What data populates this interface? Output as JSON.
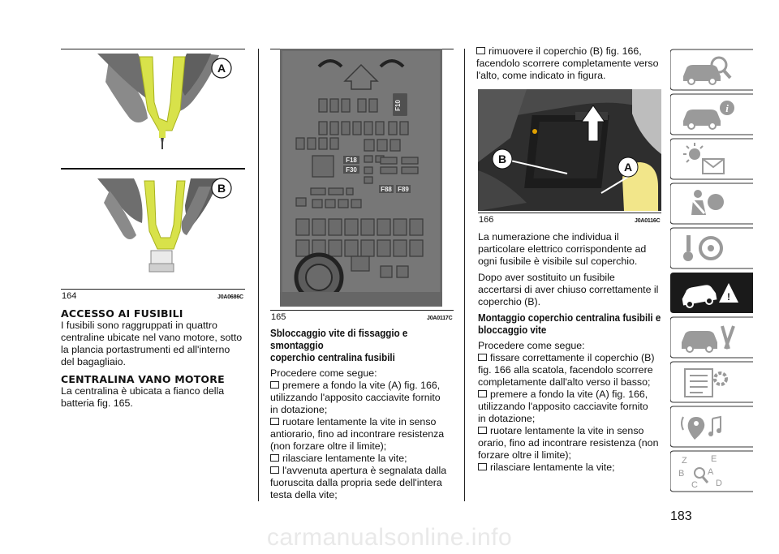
{
  "left_col": {
    "fig164": {
      "label_a": "A",
      "label_b": "B",
      "num": "164",
      "code": "J0A0686C"
    },
    "h_access": "ACCESSO AI FUSIBILI",
    "p_access": [
      "I fusibili sono raggruppati in quattro",
      "centraline ubicate nel vano motore, sotto",
      "la plancia portastrumenti ed all'interno",
      "del bagagliaio."
    ],
    "h_engine": "CENTRALINA VANO MOTORE",
    "p_engine": [
      "La centralina è ubicata a fianco della",
      "batteria fig. 165."
    ]
  },
  "mid_col": {
    "fig165": {
      "num": "165",
      "code": "J0A0117C",
      "fuses": {
        "f10": "F10",
        "f18": "F18",
        "f30": "F30",
        "f88": "F88",
        "f89": "F89"
      }
    },
    "h_unlock": [
      "Sbloccaggio vite di fissaggio e smontaggio",
      "coperchio centralina fusibili"
    ],
    "intro": "Procedere come segue:",
    "steps": [
      [
        "premere a fondo la vite (A) fig. 166,",
        "utilizzando l'apposito cacciavite fornito",
        "in dotazione;"
      ],
      [
        "ruotare lentamente la vite in senso",
        "antiorario, fino ad incontrare resistenza",
        "(non forzare oltre il limite);"
      ],
      [
        "rilasciare lentamente la vite;"
      ],
      [
        "l'avvenuta apertura è segnalata dalla",
        "fuoruscita dalla propria sede dell'intera",
        "testa della vite;"
      ]
    ]
  },
  "right_col": {
    "step_top": [
      "rimuovere il coperchio (B) fig. 166,",
      "facendolo scorrere completamente verso",
      "l'alto, come indicato in figura."
    ],
    "fig166": {
      "label_a": "A",
      "label_b": "B",
      "num": "166",
      "code": "J0A0116C"
    },
    "p_num": [
      "La numerazione che individua il",
      "particolare elettrico corrispondente ad",
      "ogni fusibile è visibile sul coperchio."
    ],
    "p_after": [
      "Dopo aver sostituito un fusibile",
      "accertarsi di aver chiuso correttamente il",
      "coperchio (B)."
    ],
    "h_mount": [
      "Montaggio coperchio centralina fusibili e",
      "bloccaggio vite"
    ],
    "intro": "Procedere come segue:",
    "steps": [
      [
        "fissare correttamente il coperchio (B)",
        "fig. 166 alla scatola, facendolo scorrere",
        "completamente dall'alto verso il basso;"
      ],
      [
        "premere a fondo la vite (A) fig. 166,",
        "utilizzando l'apposito cacciavite fornito",
        "in dotazione;"
      ],
      [
        "ruotare lentamente la vite in senso",
        "orario, fino ad incontrare resistenza (non",
        "forzare oltre il limite);"
      ],
      [
        "rilasciare lentamente la vite;"
      ]
    ]
  },
  "sidebar": {
    "tabs": [
      "car-knowledge-icon",
      "car-info-icon",
      "warning-lights-icon",
      "safety-airbag-icon",
      "driving-steering-icon",
      "emergency-icon",
      "maintenance-icon",
      "technical-data-icon",
      "multimedia-icon",
      "index-icon"
    ],
    "active_index": 5,
    "active_color": "#1a1a1a",
    "tab_color": "#ffffff",
    "icon_gray": "#9a9a9a",
    "index_letters": {
      "z": "Z",
      "e": "E",
      "b": "B",
      "a": "A",
      "c": "C",
      "d": "D"
    }
  },
  "page_number": "183",
  "watermark": "carmanualsonline.info"
}
